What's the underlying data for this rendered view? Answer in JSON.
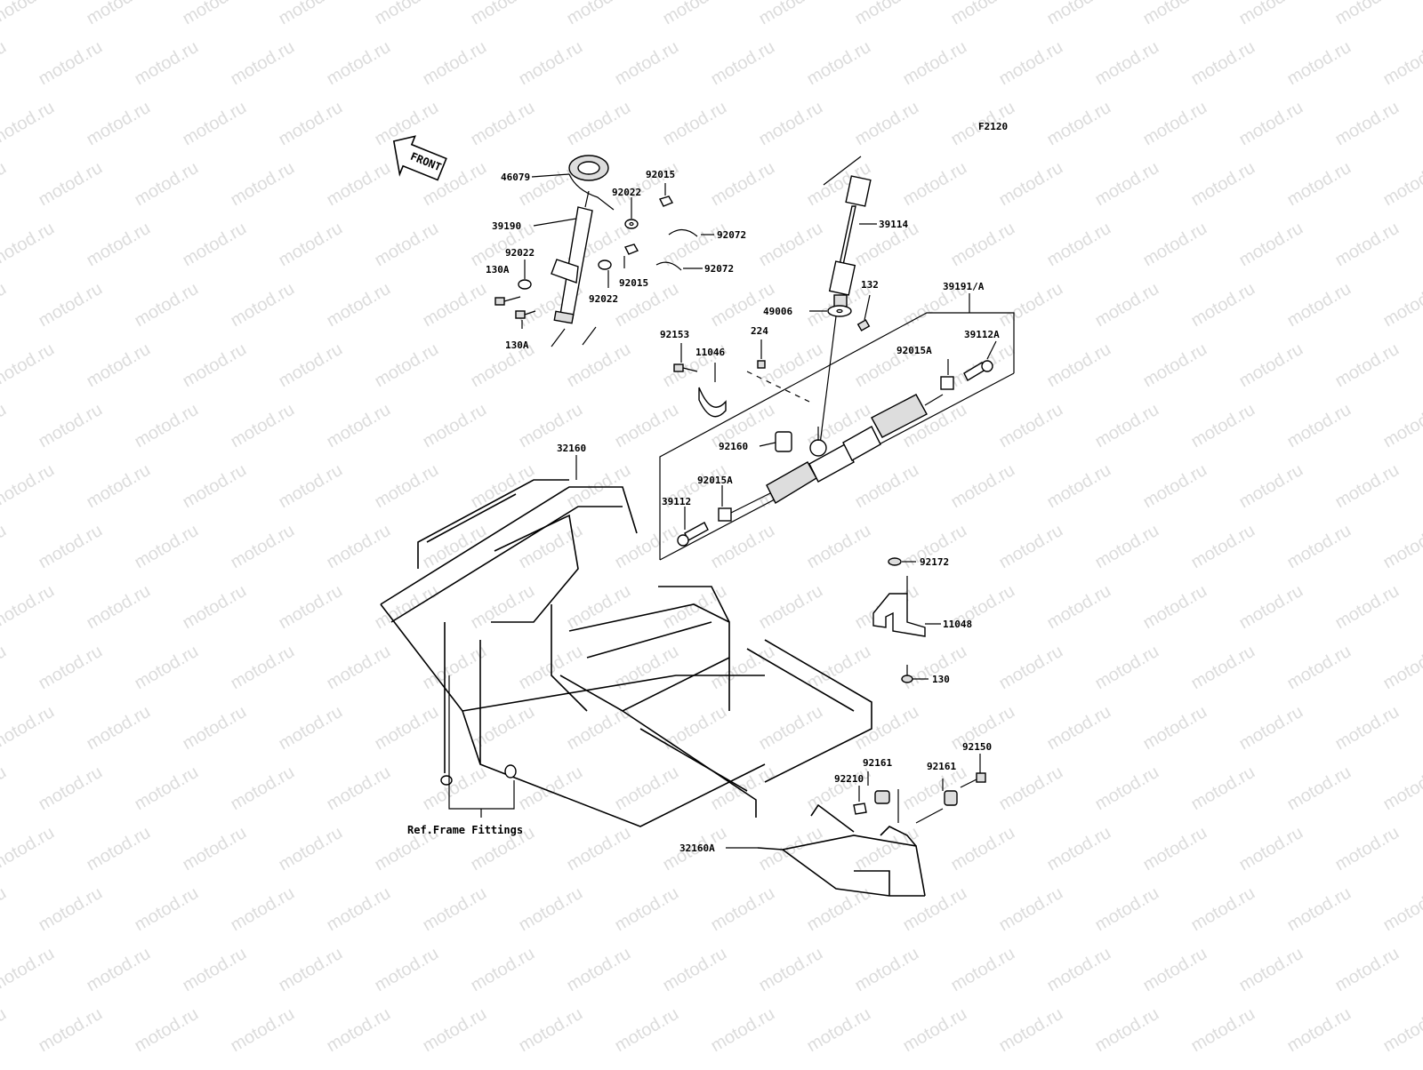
{
  "diagram": {
    "code": "F2120",
    "front_label": "FRONT",
    "watermark": "motod.ru",
    "ref_label": "Ref.Frame Fittings",
    "parts": {
      "p46079": "46079",
      "p92015_top": "92015",
      "p92022_top": "92022",
      "p39190": "39190",
      "p92072_a": "92072",
      "p92022_mid": "92022",
      "p130A_a": "130A",
      "p92072_b": "92072",
      "p92015_mid": "92015",
      "p92022_low": "92022",
      "p130A_b": "130A",
      "p39114": "39114",
      "p132": "132",
      "p39191A": "39191/A",
      "p49006": "49006",
      "p39112A": "39112A",
      "p92153": "92153",
      "p11046": "11046",
      "p224": "224",
      "p92015A_r": "92015A",
      "p92160": "92160",
      "p92015A_l": "92015A",
      "p39112": "39112",
      "p32160": "32160",
      "p92172": "92172",
      "p11048": "11048",
      "p130": "130",
      "p92150": "92150",
      "p92161_a": "92161",
      "p92161_b": "92161",
      "p92210": "92210",
      "p32160A": "32160A"
    }
  }
}
